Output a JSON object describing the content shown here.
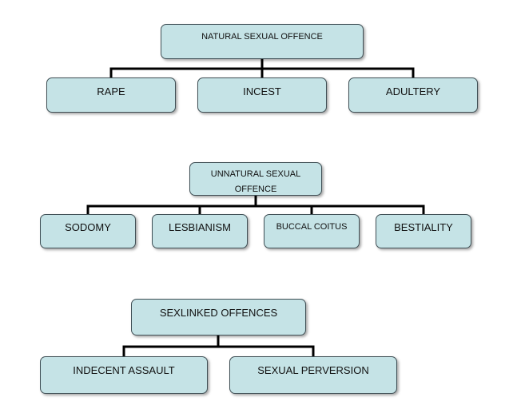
{
  "diagrams": [
    {
      "root": "NATURAL SEXUAL OFFENCE",
      "children": [
        "RAPE",
        "INCEST",
        "ADULTERY"
      ]
    },
    {
      "root_lines": [
        "UNNATURAL SEXUAL",
        "OFFENCE"
      ],
      "children": [
        "SODOMY",
        "LESBIANISM",
        "BUCCAL COITUS",
        "BESTIALITY"
      ]
    },
    {
      "root": "SEXLINKED OFFENCES",
      "children": [
        "INDECENT ASSAULT",
        "SEXUAL PERVERSION"
      ]
    }
  ],
  "colors": {
    "node_fill": "#c5e3e6",
    "node_border": "#3f4f55",
    "connector": "#000000"
  }
}
